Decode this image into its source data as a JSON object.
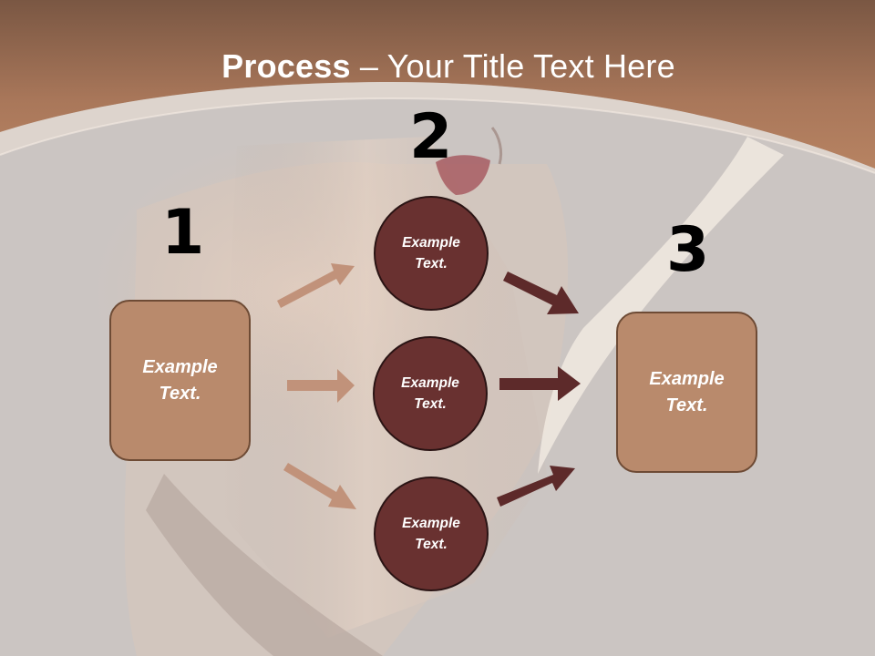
{
  "title": {
    "bold": "Process",
    "rest": " – Your Title Text Here"
  },
  "steps": [
    "1",
    "2",
    "3"
  ],
  "boxes": {
    "left": [
      "Example",
      "Text."
    ],
    "right": [
      "Example",
      "Text."
    ]
  },
  "circles": [
    [
      "Example",
      "Text."
    ],
    [
      "Example",
      "Text."
    ],
    [
      "Example",
      "Text."
    ]
  ],
  "colors": {
    "light_arrow": "#c1927a",
    "dark_arrow": "#5d2a2a",
    "box_fill": "#b98a6c",
    "circle_fill": "#693130",
    "header": "#b27a58"
  }
}
